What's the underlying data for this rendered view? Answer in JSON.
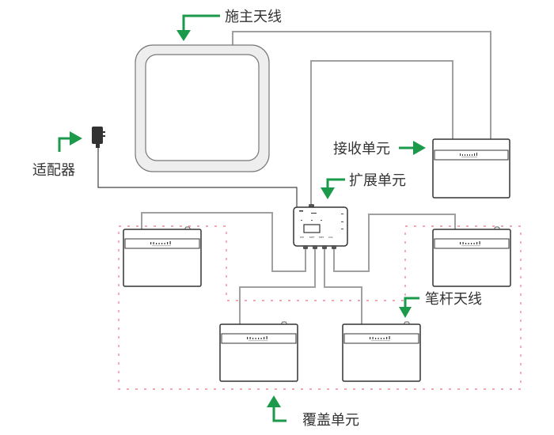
{
  "title": "信号放大器系统连接示意图",
  "labels": {
    "donor_antenna": "施主天线",
    "adapter": "适配器",
    "receiver_unit": "接收单元",
    "expansion_unit": "扩展单元",
    "pole_antenna": "笔杆天线",
    "coverage_unit": "覆盖单元"
  },
  "colors": {
    "arrow": "#1a9a4a",
    "cable": "#a0a0a0",
    "zone_border": "#f08a9a",
    "device_outline": "#333333",
    "antenna_frame": "#eeeeee"
  },
  "devices": {
    "coverage_unit_count": 4,
    "expansion_ports": [
      "MH",
      "MPT",
      "MPT",
      "CUL"
    ]
  },
  "connections": [
    {
      "from": "donor_antenna",
      "to": "receiver_unit"
    },
    {
      "from": "expansion_unit",
      "to": "receiver_unit"
    },
    {
      "from": "adapter",
      "to": "expansion_unit"
    },
    {
      "from": "expansion_unit",
      "to": "coverage_unit_1"
    },
    {
      "from": "expansion_unit",
      "to": "coverage_unit_2"
    },
    {
      "from": "expansion_unit",
      "to": "coverage_unit_3"
    },
    {
      "from": "expansion_unit",
      "to": "coverage_unit_4"
    }
  ]
}
